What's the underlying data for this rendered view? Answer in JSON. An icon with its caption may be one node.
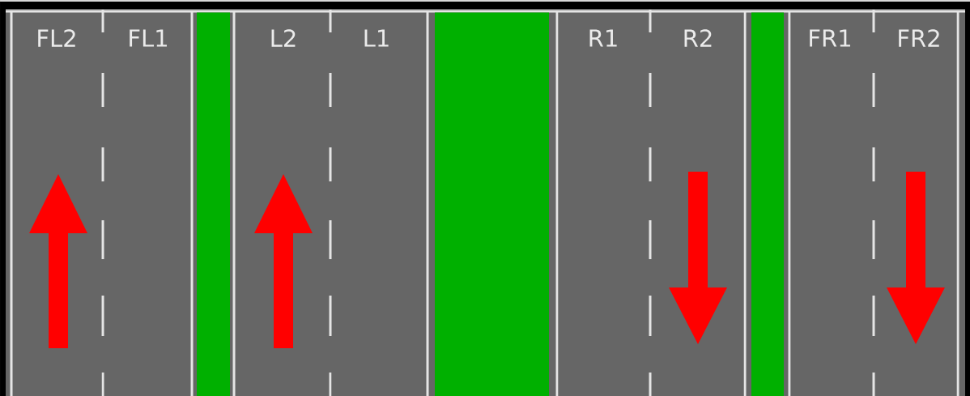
{
  "diagram": {
    "labels": [
      "FL2",
      "FL1",
      "L2",
      "L1",
      "R1",
      "R2",
      "FR1",
      "FR2"
    ]
  }
}
